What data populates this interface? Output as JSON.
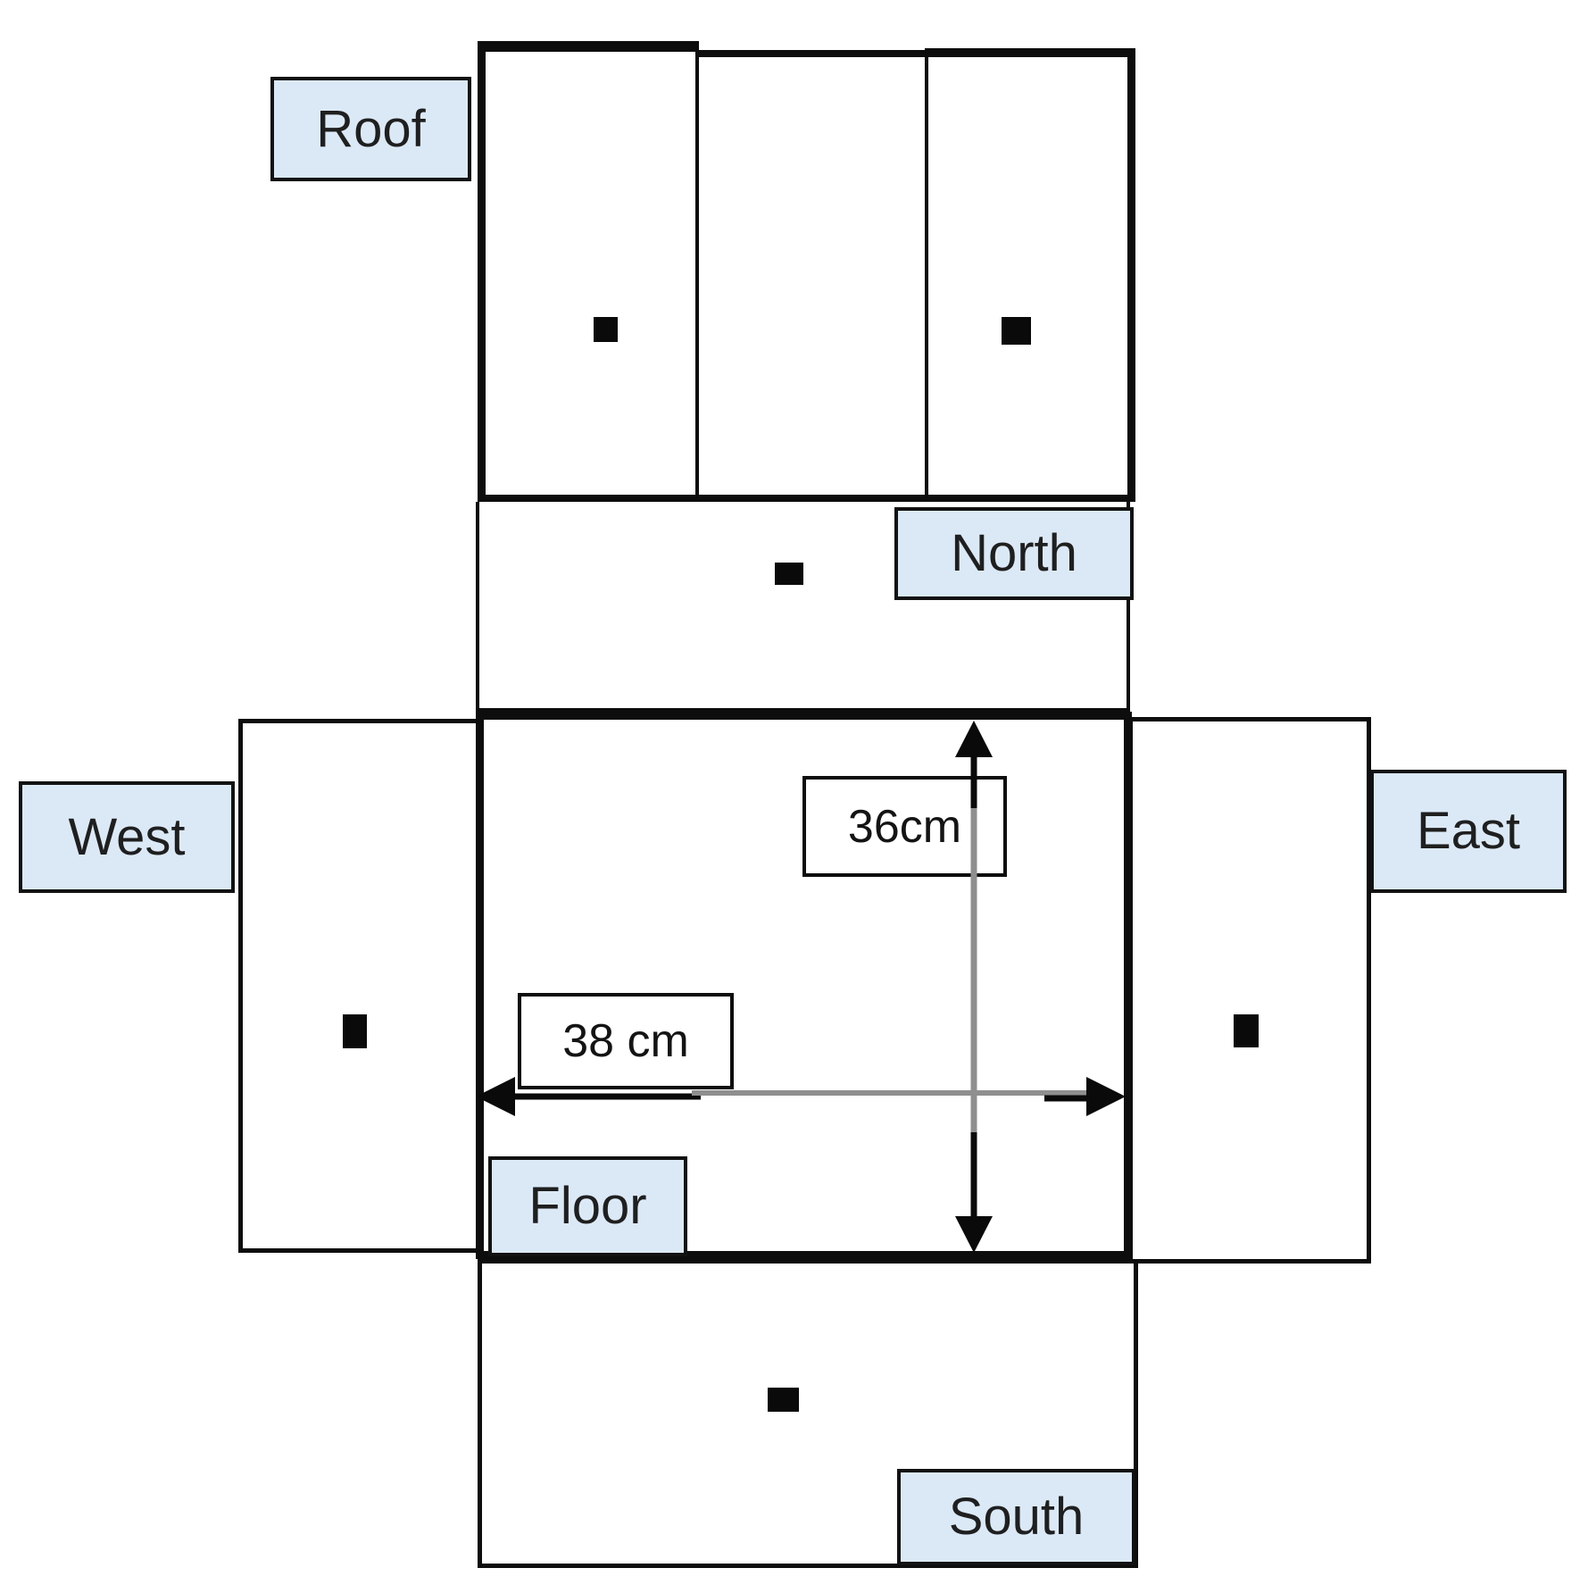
{
  "labels": {
    "roof": "Roof",
    "north": "North",
    "west": "West",
    "east": "East",
    "floor": "Floor",
    "south": "South"
  },
  "dimensions": {
    "floor_width": "38 cm",
    "floor_height": "36cm"
  },
  "marker_faces": [
    "roof-left-panel",
    "roof-right-panel",
    "north",
    "west",
    "east",
    "south"
  ],
  "colors": {
    "background": "#ffffff",
    "face_fill": "#ffffff",
    "outline": "#0d0d0d",
    "label_fill": "#dbe9f7",
    "label_border": "#121212",
    "label_text": "#1f1f1f",
    "dimension_box_fill": "#ffffff",
    "arrow_black": "#0a0a0a",
    "arrow_gray": "#8f8f8f",
    "marker": "#0a0a0a"
  }
}
